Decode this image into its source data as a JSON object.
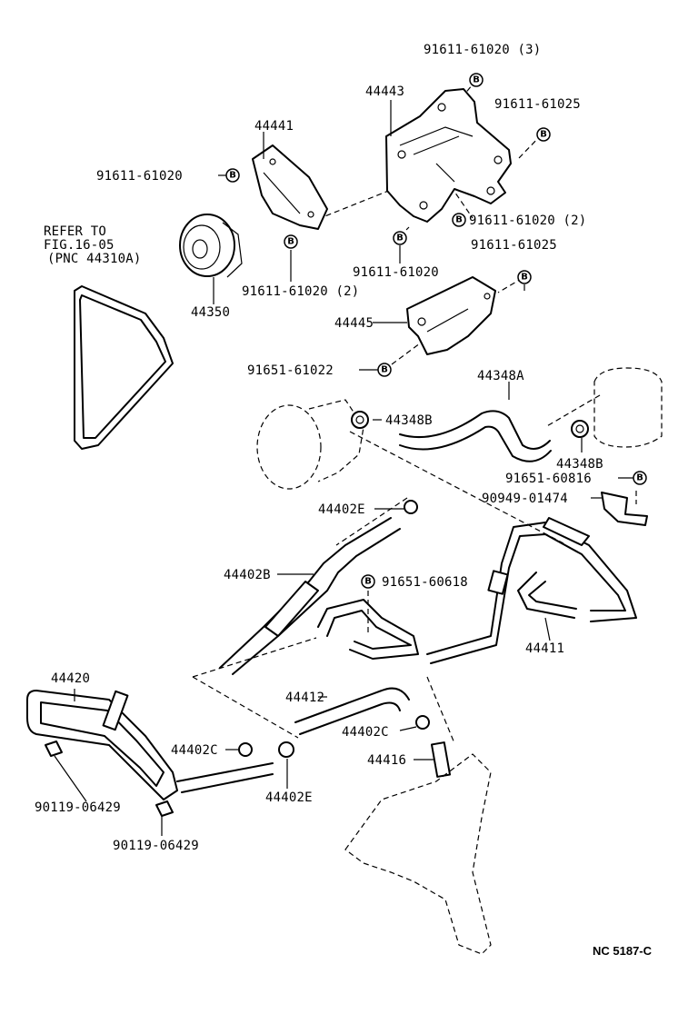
{
  "labels": {
    "b_61020_3": "91611-61020 (3)",
    "p44443": "44443",
    "b_61025_a": "91611-61025",
    "p44441": "44441",
    "b_61020_a": "91611-61020",
    "b_61020_2a": "91611-61020 (2)",
    "refer_1": "REFER TO",
    "refer_2": "FIG.16-05",
    "refer_3": "(PNC 44310A)",
    "b_61020_b": "91611-61020",
    "b_61025_b": "91611-61025",
    "b_61020_2b": "91611-61020 (2)",
    "p44350": "44350",
    "p44445": "44445",
    "b_61022": "91651-61022",
    "p44348A": "44348A",
    "p44348B_a": "44348B",
    "p44348B_b": "44348B",
    "b_60816": "91651-60816",
    "p90949": "90949-01474",
    "p44402E_a": "44402E",
    "p44402B": "44402B",
    "b_60618": "91651-60618",
    "p44411": "44411",
    "p44420": "44420",
    "p44412": "44412",
    "p44402C_a": "44402C",
    "p44402C_b": "44402C",
    "p44416": "44416",
    "p90119_a": "90119-06429",
    "p44402E_b": "44402E",
    "p90119_b": "90119-06429"
  },
  "bolt_marker": "B",
  "drawing_code": "NC 5187-C"
}
